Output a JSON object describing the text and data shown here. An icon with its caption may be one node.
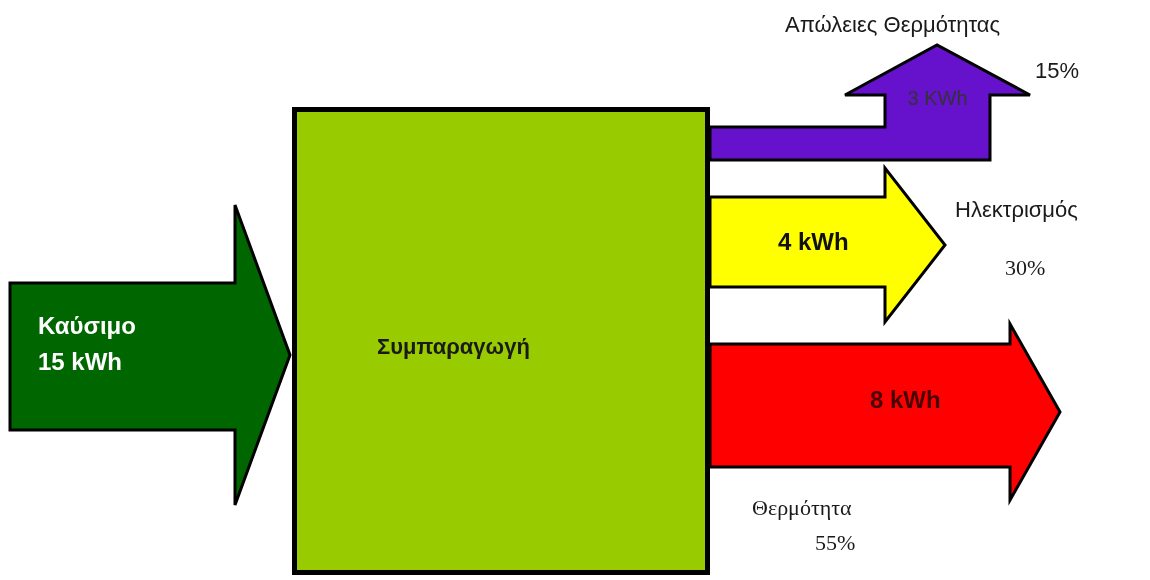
{
  "diagram": {
    "nodes": [
      {
        "text": [
          "Συμπαραγωγή"
        ]
      },
      {
        "text": [
          "Απώλειες Θερμότητας",
          "15%"
        ]
      },
      {
        "text": [
          "Ηλεκτρισμός",
          "30%"
        ]
      },
      {
        "text": [
          "Θερμότητα",
          "55%"
        ]
      }
    ],
    "edges": [
      {
        "from": null,
        "to": 0,
        "arrow": "to",
        "label": "Καύσιμο 15 kWh",
        "color": "#006600"
      },
      {
        "from": 0,
        "to": 1,
        "arrow": "to",
        "label": "3 KWh",
        "color": "#6611cc"
      },
      {
        "from": 0,
        "to": 2,
        "arrow": "to",
        "label": "4 kWh",
        "color": "#ffff00"
      },
      {
        "from": 0,
        "to": 3,
        "arrow": "to",
        "label": "8 kWh",
        "color": "#ff0000"
      }
    ]
  }
}
